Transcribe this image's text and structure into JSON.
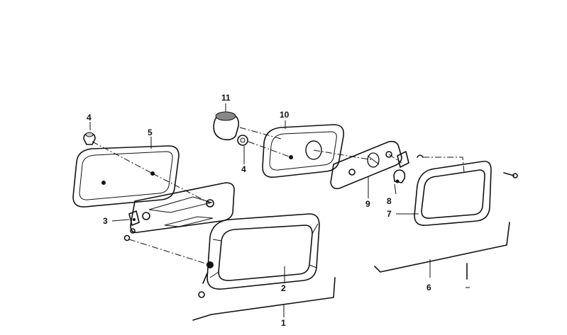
{
  "diagram": {
    "type": "exploded-parts-drawing",
    "callouts": [
      {
        "id": "c1",
        "label": "1"
      },
      {
        "id": "c2",
        "label": "2"
      },
      {
        "id": "c3",
        "label": "3"
      },
      {
        "id": "c4a",
        "label": "4"
      },
      {
        "id": "c4b",
        "label": "4"
      },
      {
        "id": "c5",
        "label": "5"
      },
      {
        "id": "c6",
        "label": "6"
      },
      {
        "id": "c7",
        "label": "7"
      },
      {
        "id": "c8",
        "label": "8"
      },
      {
        "id": "c9",
        "label": "9"
      },
      {
        "id": "c10",
        "label": "10"
      },
      {
        "id": "c11",
        "label": "11"
      }
    ]
  }
}
